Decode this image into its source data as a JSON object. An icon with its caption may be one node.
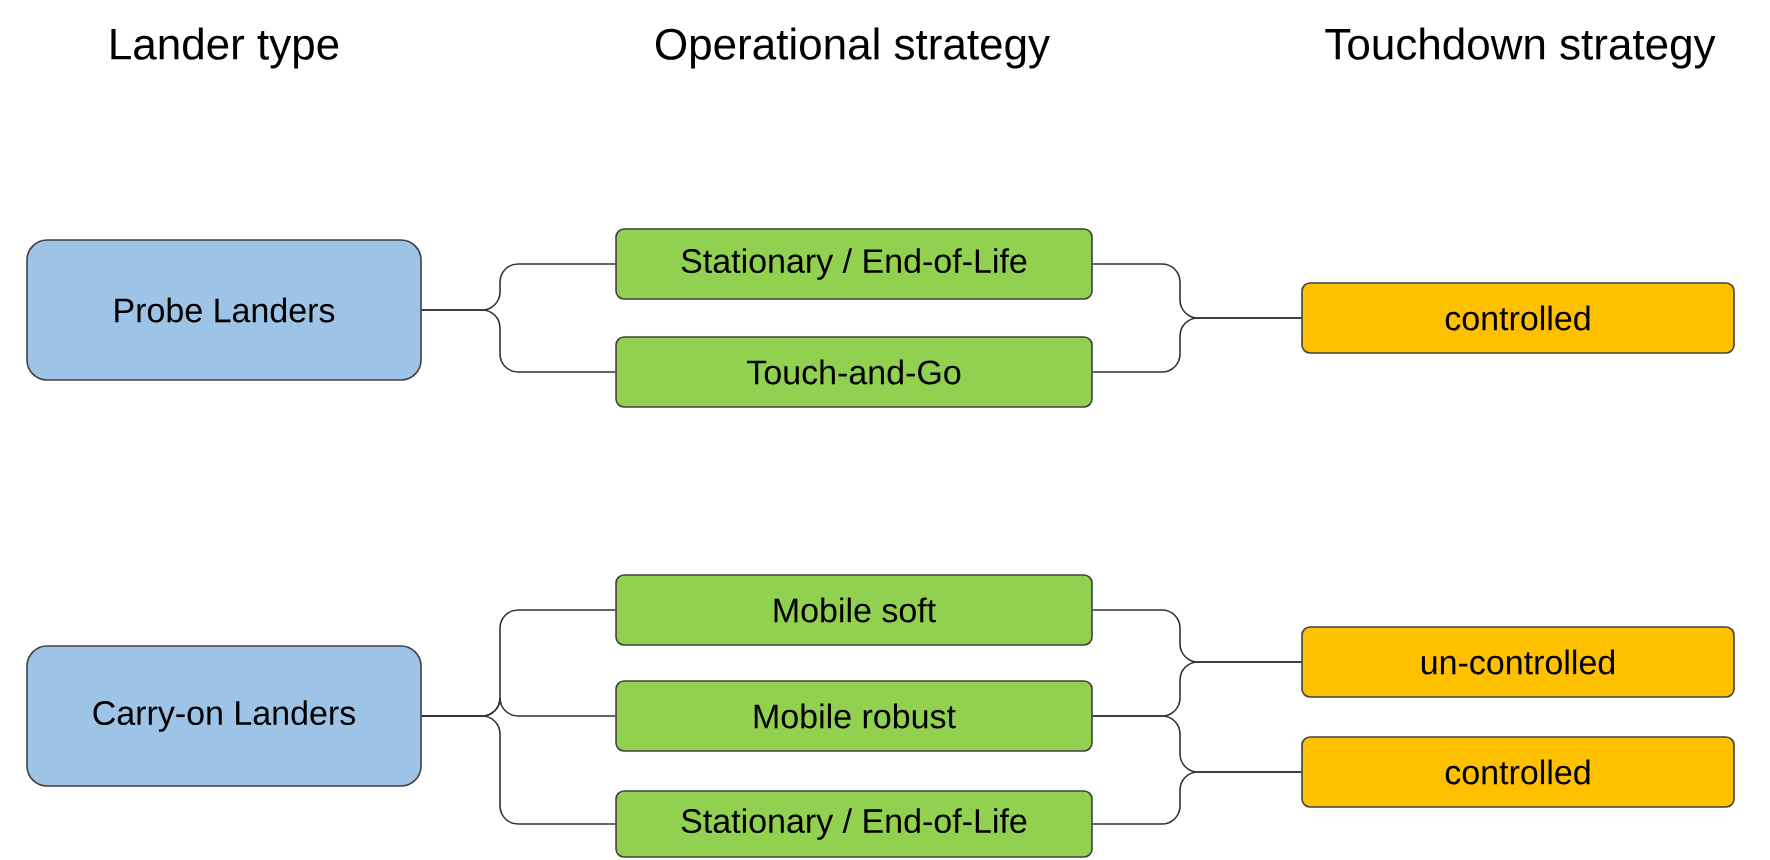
{
  "diagram": {
    "nodes": [
      {
        "text": [
          "Probe Landers"
        ]
      },
      {
        "text": [
          "Stationary / End-of-Life"
        ]
      },
      {
        "text": [
          "Touch-and-Go"
        ]
      },
      {
        "text": [
          "controlled"
        ]
      },
      {
        "text": [
          "Carry-on Landers"
        ]
      },
      {
        "text": [
          "Mobile soft"
        ]
      },
      {
        "text": [
          "Mobile robust"
        ]
      },
      {
        "text": [
          "Stationary / End-of-Life"
        ]
      },
      {
        "text": [
          "un-controlled"
        ]
      },
      {
        "text": [
          "controlled"
        ]
      }
    ],
    "edges": [
      {
        "from": 0,
        "to": 1,
        "arrow": "none"
      },
      {
        "from": 0,
        "to": 2,
        "arrow": "none"
      },
      {
        "from": 1,
        "to": 3,
        "arrow": "none"
      },
      {
        "from": 2,
        "to": 3,
        "arrow": "none"
      },
      {
        "from": 4,
        "to": 5,
        "arrow": "none"
      },
      {
        "from": 4,
        "to": 6,
        "arrow": "none"
      },
      {
        "from": 4,
        "to": 7,
        "arrow": "none"
      },
      {
        "from": 5,
        "to": 8,
        "arrow": "none"
      },
      {
        "from": 6,
        "to": 8,
        "arrow": "none"
      },
      {
        "from": 6,
        "to": 9,
        "arrow": "none"
      },
      {
        "from": 7,
        "to": 9,
        "arrow": "none"
      }
    ],
    "labels": [
      "Lander type",
      "Operational strategy",
      "Touchdown strategy"
    ]
  }
}
